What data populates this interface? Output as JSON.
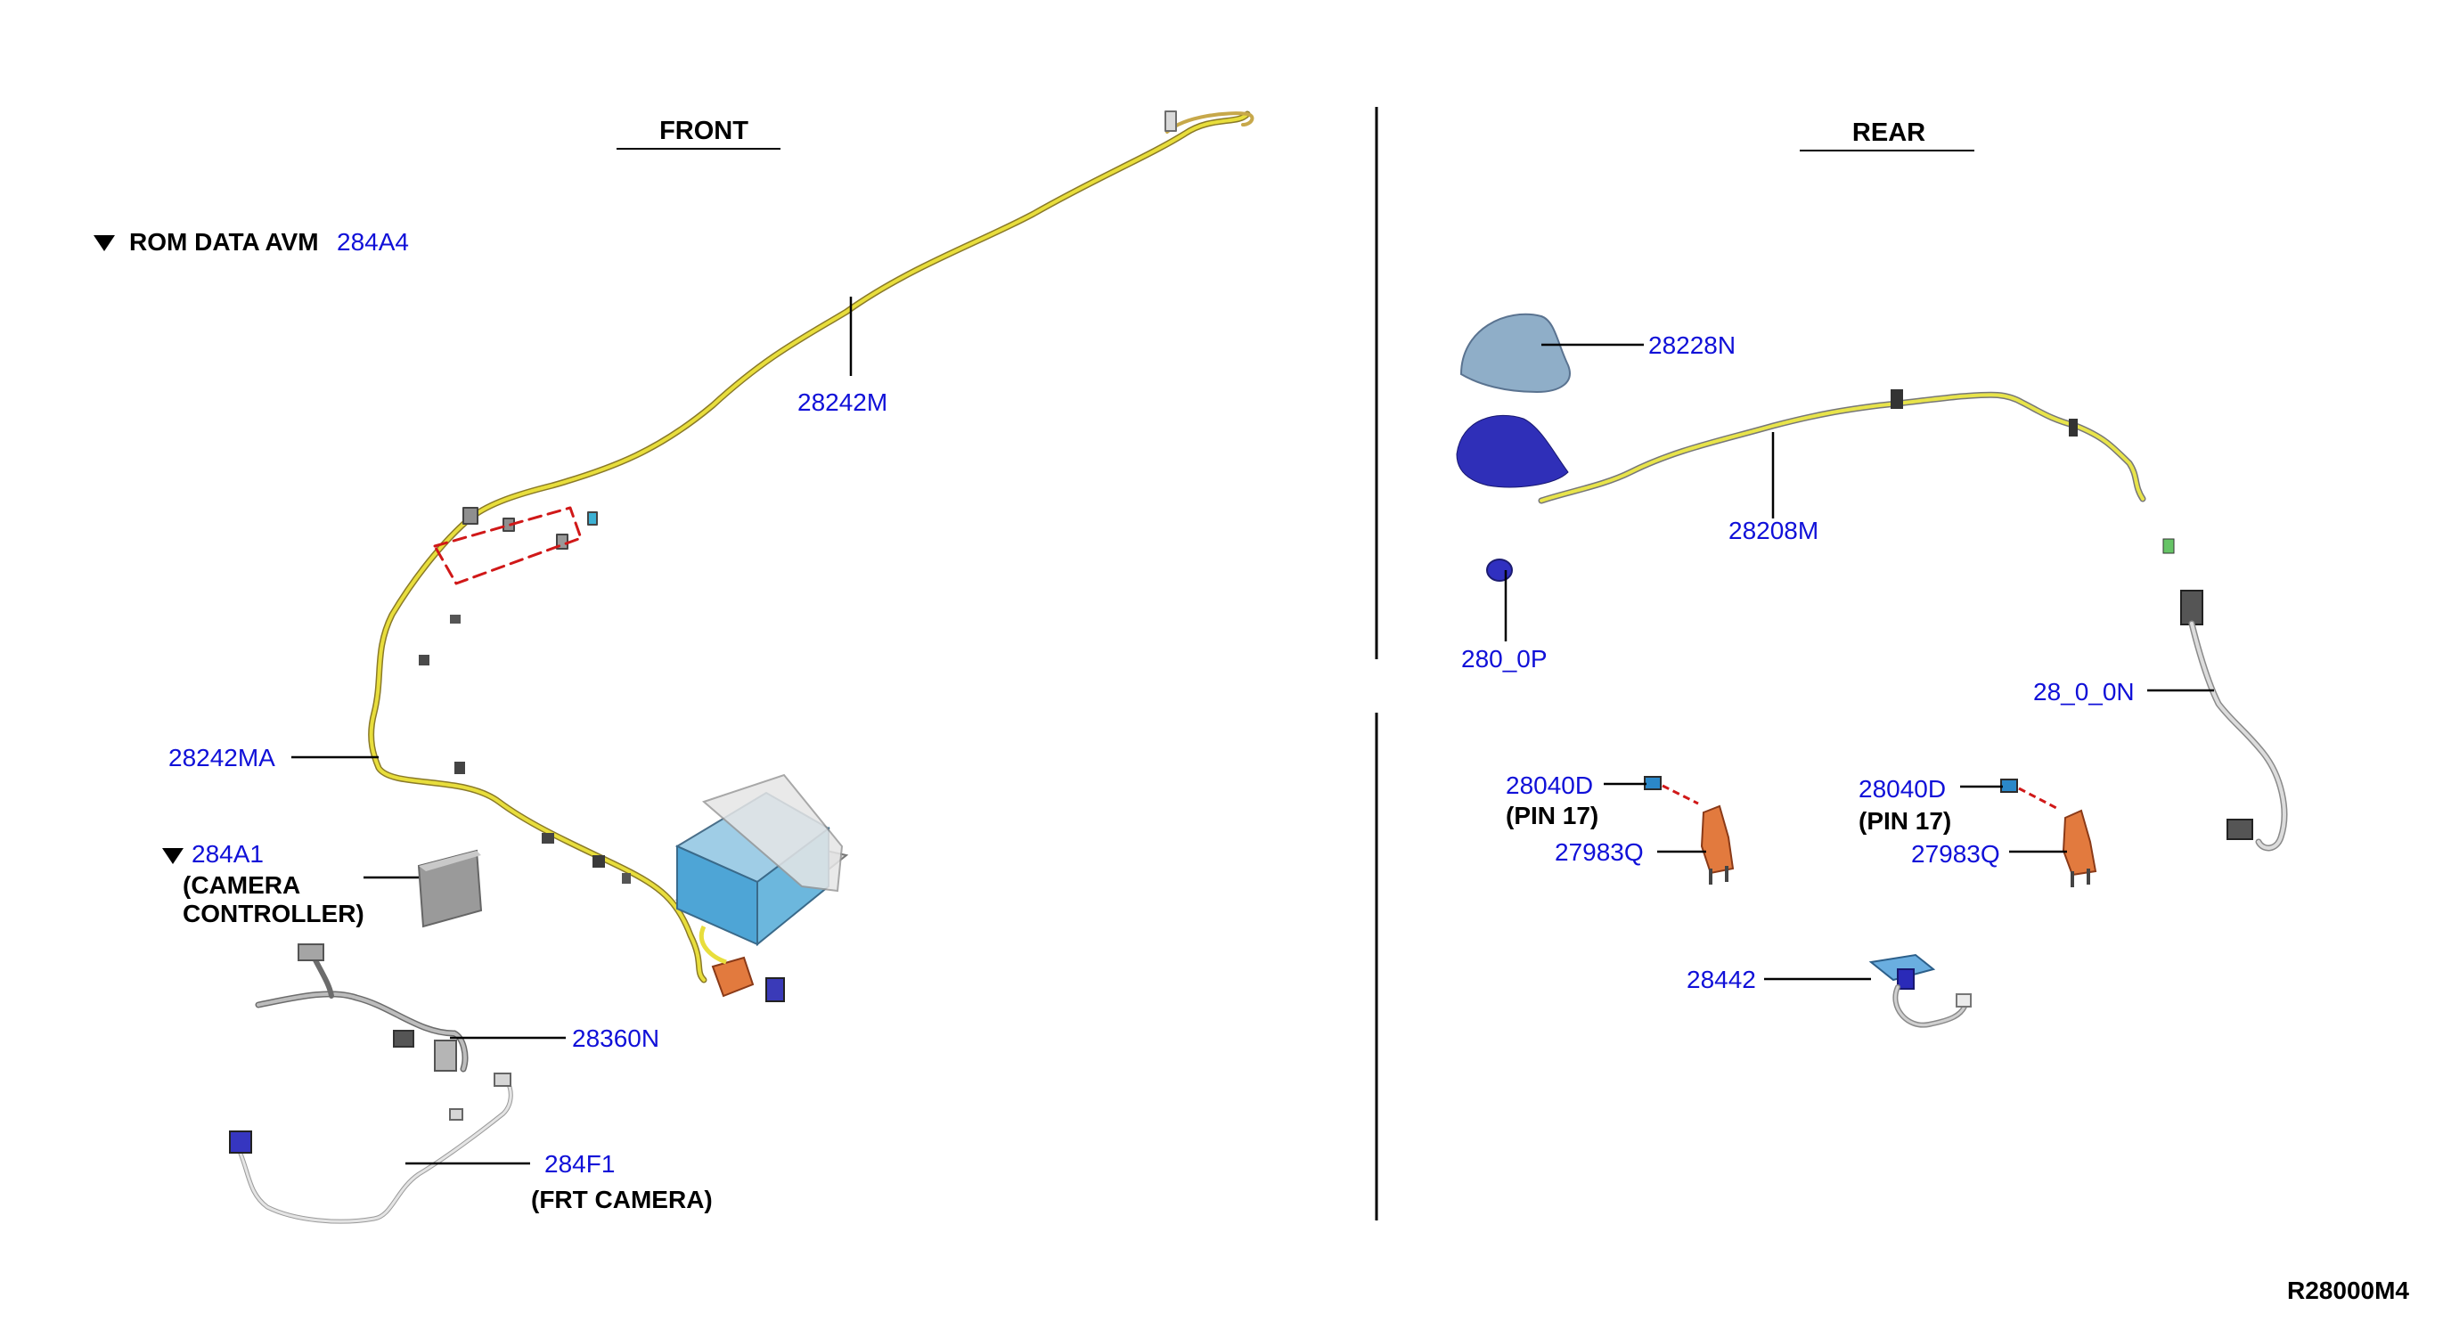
{
  "headers": {
    "front": "FRONT",
    "rear": "REAR"
  },
  "rom_note": {
    "marker": "▼",
    "text": "ROM DATA AVM",
    "part": "284A4"
  },
  "front_parts": {
    "harness_main": "28242M",
    "harness_sub": "28242MA",
    "camera_controller": {
      "marker": "▼",
      "part": "284A1",
      "desc_line1": "(CAMERA",
      "desc_line2": "CONTROLLER)"
    },
    "bracket_harness": "28360N",
    "front_camera": {
      "part": "284F1",
      "desc": "(FRT CAMERA)"
    }
  },
  "rear_parts": {
    "antenna_cover": "28228N",
    "antenna_feeder": "28208M",
    "antenna_base": "280_0P",
    "cable_end": "28_0_0N",
    "left_connector": {
      "part": "28040D",
      "note": "(PIN 17)",
      "sub_part": "27983Q"
    },
    "right_connector": {
      "part": "28040D",
      "note": "(PIN 17)",
      "sub_part": "27983Q"
    },
    "rear_camera": "28442"
  },
  "figure_code": "R28000M4",
  "colors": {
    "part_number": "#1010d8",
    "harness_yellow": "#e8de3c",
    "module_blue": "#4ea5d6",
    "bracket_orange": "#e27a3e",
    "antenna_blue": "#2f2fb8",
    "dashed_red": "#d01818"
  }
}
